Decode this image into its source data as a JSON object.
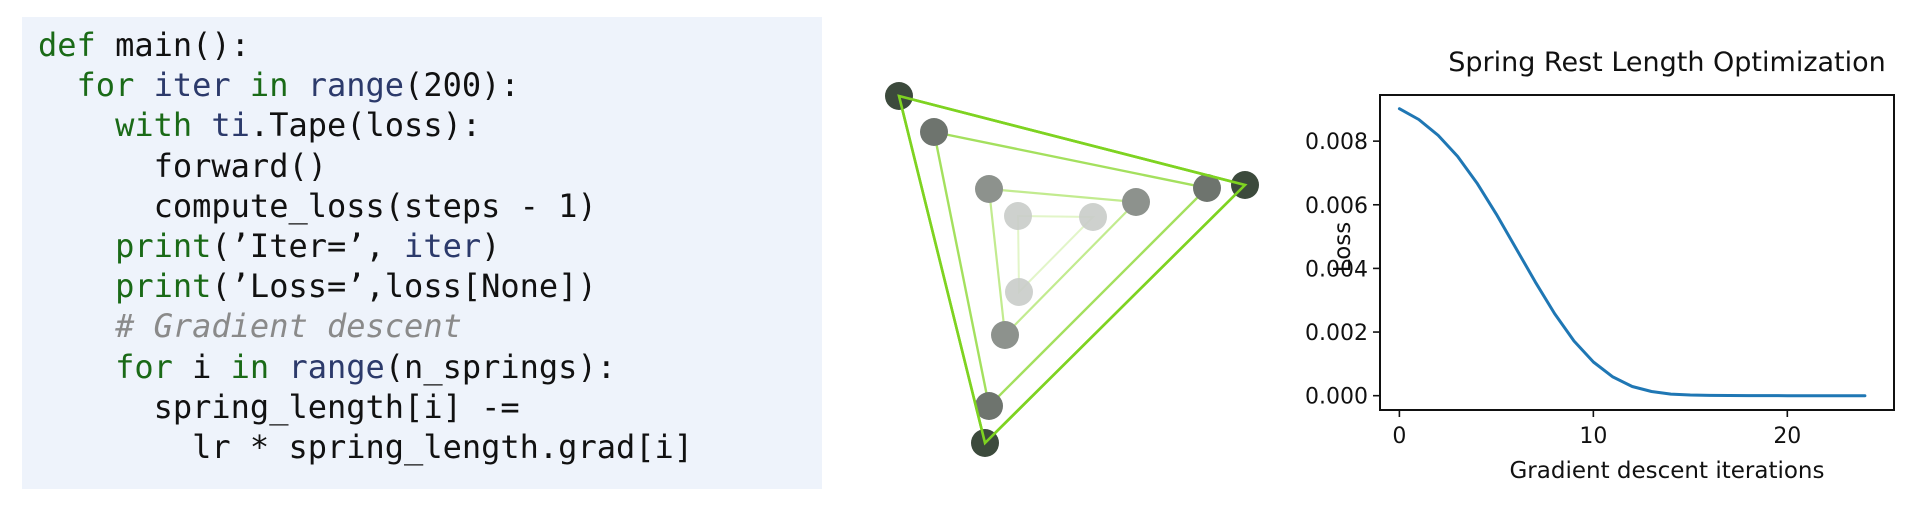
{
  "code": {
    "lines": [
      [
        {
          "t": "def",
          "c": "kw"
        },
        {
          "t": " main():",
          "c": ""
        }
      ],
      [
        {
          "t": "  ",
          "c": ""
        },
        {
          "t": "for",
          "c": "kw"
        },
        {
          "t": " ",
          "c": ""
        },
        {
          "t": "iter",
          "c": "nm"
        },
        {
          "t": " ",
          "c": ""
        },
        {
          "t": "in",
          "c": "kw"
        },
        {
          "t": " ",
          "c": ""
        },
        {
          "t": "range",
          "c": "nm"
        },
        {
          "t": "(200):",
          "c": ""
        }
      ],
      [
        {
          "t": "    ",
          "c": ""
        },
        {
          "t": "with",
          "c": "kw"
        },
        {
          "t": " ",
          "c": ""
        },
        {
          "t": "ti",
          "c": "nm"
        },
        {
          "t": ".Tape(loss):",
          "c": ""
        }
      ],
      [
        {
          "t": "      forward()",
          "c": ""
        }
      ],
      [
        {
          "t": "      compute_loss(steps - 1)",
          "c": ""
        }
      ],
      [
        {
          "t": "    ",
          "c": ""
        },
        {
          "t": "print",
          "c": "bi"
        },
        {
          "t": "(’Iter=’, ",
          "c": ""
        },
        {
          "t": "iter",
          "c": "nm"
        },
        {
          "t": ")",
          "c": ""
        }
      ],
      [
        {
          "t": "    ",
          "c": ""
        },
        {
          "t": "print",
          "c": "bi"
        },
        {
          "t": "(’Loss=’,loss[None])",
          "c": ""
        }
      ],
      [
        {
          "t": "    ",
          "c": ""
        },
        {
          "t": "# Gradient descent",
          "c": "cm"
        }
      ],
      [
        {
          "t": "    ",
          "c": ""
        },
        {
          "t": "for",
          "c": "kw"
        },
        {
          "t": " i ",
          "c": ""
        },
        {
          "t": "in",
          "c": "kw"
        },
        {
          "t": " ",
          "c": ""
        },
        {
          "t": "range",
          "c": "nm"
        },
        {
          "t": "(n_springs):",
          "c": ""
        }
      ],
      [
        {
          "t": "      spring_length[i] -=",
          "c": ""
        }
      ],
      [
        {
          "t": "        lr * spring_length.grad[i]",
          "c": ""
        }
      ]
    ]
  },
  "colors": {
    "code_bg": "#eef3fb",
    "keyword": "#1a6a17",
    "name": "#2c3a6b",
    "comment": "#8a8a8a",
    "line_series": "#1f77b4",
    "spring_final": "#7ed321",
    "node_final": "#3c4a3c"
  },
  "chart_data": {
    "type": "line",
    "title": "Spring Rest Length Optimization",
    "xlabel": "Gradient descent iterations",
    "ylabel": "Loss",
    "xlim": [
      -1.0,
      25.5
    ],
    "ylim": [
      -0.00045,
      0.00945
    ],
    "xticks": [
      0,
      10,
      20
    ],
    "xtick_labels": [
      "0",
      "10",
      "20"
    ],
    "yticks": [
      0.0,
      0.002,
      0.004,
      0.006,
      0.008
    ],
    "ytick_labels": [
      "0.000",
      "0.002",
      "0.004",
      "0.006",
      "0.008"
    ],
    "grid": false,
    "series": [
      {
        "x": [
          0,
          1,
          2,
          3,
          4,
          5,
          6,
          7,
          8,
          9,
          10,
          11,
          12,
          13,
          14,
          15,
          16,
          17,
          18,
          19,
          20,
          21,
          22,
          23,
          24
        ],
        "values": [
          0.00902,
          0.00868,
          0.00818,
          0.00752,
          0.00668,
          0.0057,
          0.00464,
          0.00358,
          0.00258,
          0.00172,
          0.00106,
          0.00059,
          0.00029,
          0.00013,
          5e-05,
          2e-05,
          1e-05,
          5e-06,
          2e-06,
          1e-06,
          5e-07,
          2e-07,
          1e-07,
          0.0,
          0.0
        ]
      }
    ]
  }
}
